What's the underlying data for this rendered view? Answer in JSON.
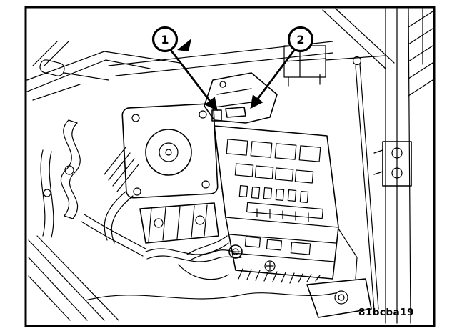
{
  "figure": {
    "code": "81bcba19",
    "callouts": [
      {
        "label": "1"
      },
      {
        "label": "2"
      }
    ],
    "colors": {
      "line": "#000000",
      "background": "#ffffff",
      "frame": "#000000"
    }
  }
}
